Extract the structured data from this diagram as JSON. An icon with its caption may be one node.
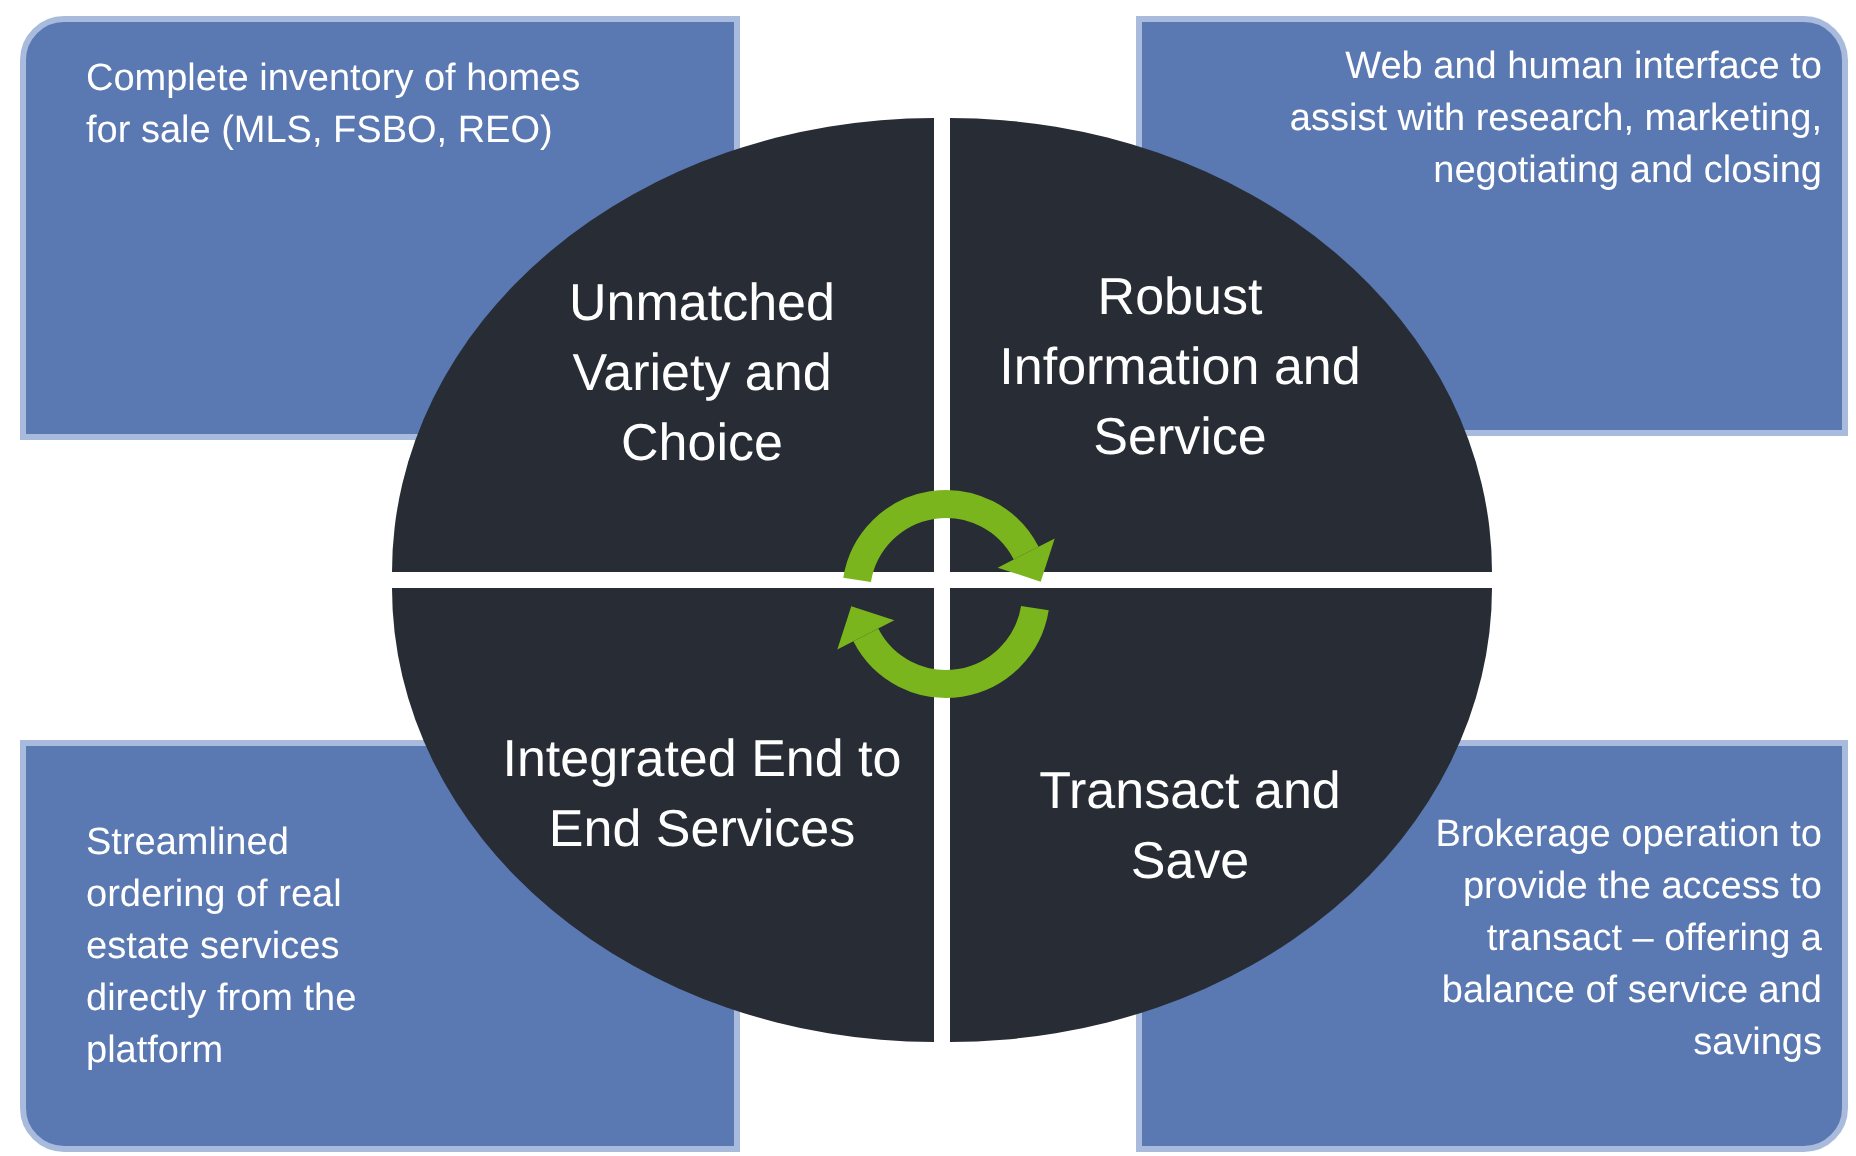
{
  "diagram": {
    "nodes": [
      {
        "text": [
          "Complete inventory of homes for sale (MLS, FSBO, REO)"
        ]
      },
      {
        "text": [
          "Web and human interface to assist with research, marketing, negotiating and closing"
        ]
      },
      {
        "text": [
          "Unmatched Variety and Choice"
        ]
      },
      {
        "text": [
          "Robust Information and Service"
        ]
      },
      {
        "text": [
          "Integrated End to End Services"
        ]
      },
      {
        "text": [
          "Transact and Save"
        ]
      },
      {
        "text": [
          "Streamlined ordering of real estate services directly from the platform"
        ]
      },
      {
        "text": [
          "Brokerage operation to provide the access to transact – offering a balance of service and savings"
        ]
      }
    ]
  }
}
